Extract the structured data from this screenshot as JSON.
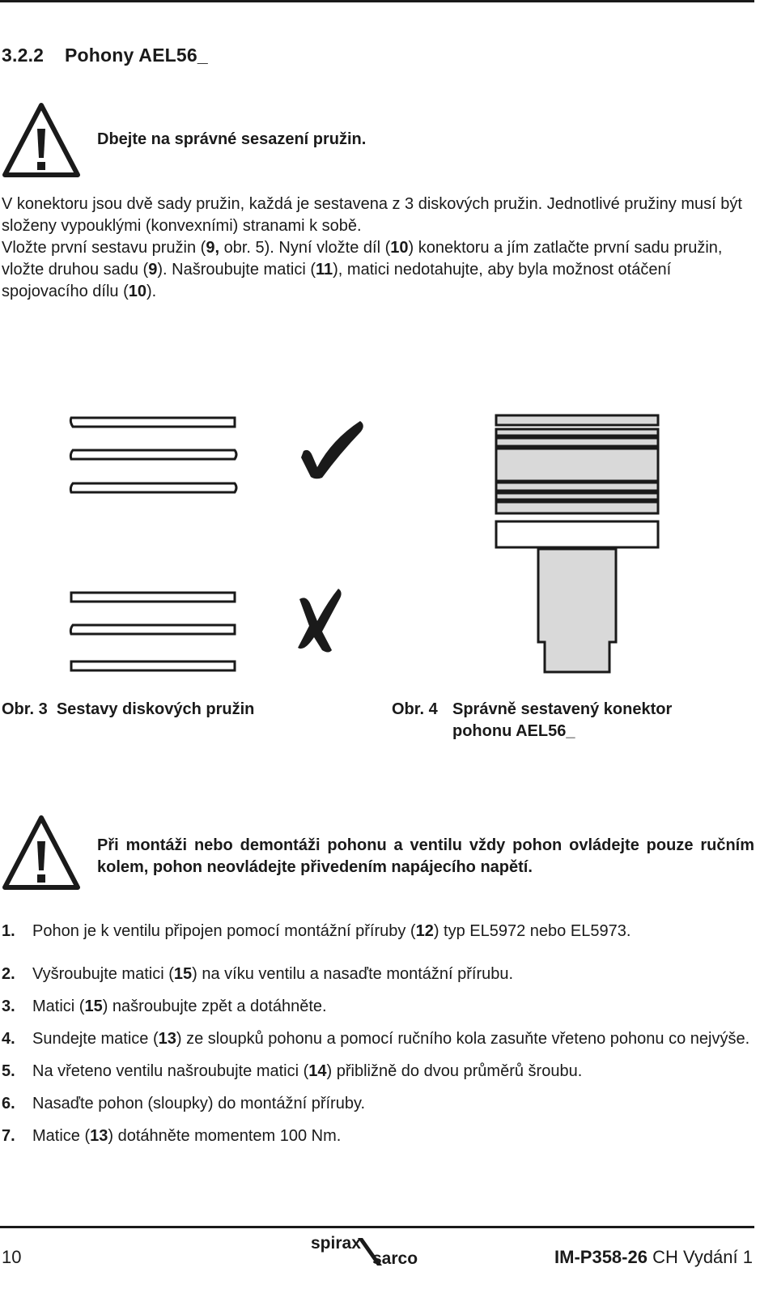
{
  "section": {
    "number": "3.2.2",
    "title": "Pohony AEL56_"
  },
  "warning1": "Dbejte na správné sesazení pružin.",
  "intro": {
    "line1": "V konektoru jsou dvě sady pružin, každá je sestavena z 3 diskových pružin. Jednotlivé pružiny musí být složeny vypouklými (konvexními) stranami k sobě.",
    "line2_a": "Vložte první sestavu pružin (",
    "line2_b": "9,",
    "line2_c": " obr. 5). Nyní vložte díl (",
    "line2_d": "10",
    "line2_e": ") konektoru a jím zatlačte první sadu pružin, vložte druhou sadu (",
    "line2_f": "9",
    "line2_g": "). Našroubujte matici (",
    "line2_h": "11",
    "line2_i": "), matici nedotahujte, aby byla možnost otáčení spojovacího dílu (",
    "line2_j": "10",
    "line2_k": ")."
  },
  "figures": {
    "fig3": {
      "label": "Obr. 3",
      "title": "Sestavy diskových pružin"
    },
    "fig4": {
      "label": "Obr. 4",
      "title_line1": "Správně sestavený konektor",
      "title_line2": "pohonu AEL56_"
    }
  },
  "warning2": "Při montáži nebo demontáži pohonu a ventilu vždy pohon ovládejte pouze ručním kolem, pohon neovládejte přivedením napájecího napětí.",
  "steps": [
    {
      "n": "1.",
      "a": "Pohon je k ventilu připojen pomocí montážní příruby (",
      "b": "12",
      "c": ") typ EL5972 nebo EL5973."
    },
    {
      "n": "2.",
      "a": "Vyšroubujte matici (",
      "b": "15",
      "c": ") na víku ventilu a nasaďte montážní přírubu."
    },
    {
      "n": "3.",
      "a": "Matici (",
      "b": "15",
      "c": ") našroubujte zpět a dotáhněte."
    },
    {
      "n": "4.",
      "a": "Sundejte matice (",
      "b": "13",
      "c": ") ze sloupků pohonu a pomocí ručního kola zasuňte vřeteno pohonu co nejvýše."
    },
    {
      "n": "5.",
      "a": "Na vřeteno ventilu našroubujte matici (",
      "b": "14",
      "c": ") přibližně do dvou průměrů šroubu."
    },
    {
      "n": "6.",
      "a": "Nasaďte pohon (sloupky) do montážní příruby.",
      "b": "",
      "c": ""
    },
    {
      "n": "7.",
      "a": "Matice (",
      "b": "13",
      "c": ") dotáhněte momentem 100 Nm."
    }
  ],
  "footer": {
    "page": "10",
    "logo_top": "spirax",
    "logo_bottom": "sarco",
    "doc_code": "IM-P358-26",
    "doc_rest": " CH Vydání 1"
  },
  "colors": {
    "text": "#1a1a1a",
    "metal": "#d9d9d9"
  }
}
